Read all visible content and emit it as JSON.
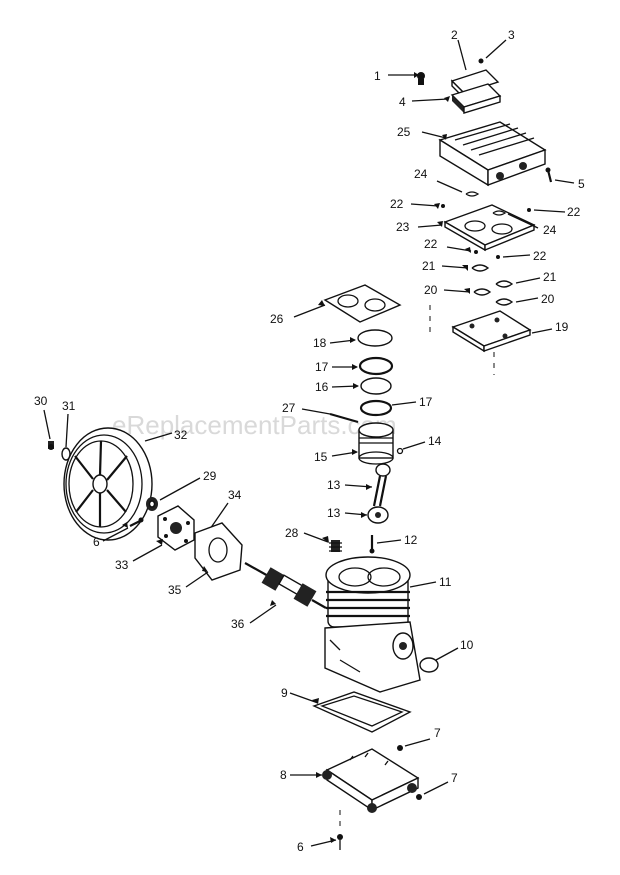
{
  "watermark": "eReplacementParts.com",
  "labels": [
    {
      "id": "l1",
      "text": "1"
    },
    {
      "id": "l2",
      "text": "2"
    },
    {
      "id": "l3",
      "text": "3"
    },
    {
      "id": "l4",
      "text": "4"
    },
    {
      "id": "l25",
      "text": "25"
    },
    {
      "id": "l5",
      "text": "5"
    },
    {
      "id": "l24a",
      "text": "24"
    },
    {
      "id": "l22a",
      "text": "22"
    },
    {
      "id": "l22b",
      "text": "22"
    },
    {
      "id": "l23",
      "text": "23"
    },
    {
      "id": "l24b",
      "text": "24"
    },
    {
      "id": "l22c",
      "text": "22"
    },
    {
      "id": "l22d",
      "text": "22"
    },
    {
      "id": "l21a",
      "text": "21"
    },
    {
      "id": "l21b",
      "text": "21"
    },
    {
      "id": "l20a",
      "text": "20"
    },
    {
      "id": "l20b",
      "text": "20"
    },
    {
      "id": "l19",
      "text": "19"
    },
    {
      "id": "l26",
      "text": "26"
    },
    {
      "id": "l18",
      "text": "18"
    },
    {
      "id": "l17a",
      "text": "17"
    },
    {
      "id": "l16",
      "text": "16"
    },
    {
      "id": "l17b",
      "text": "17"
    },
    {
      "id": "l27",
      "text": "27"
    },
    {
      "id": "l14",
      "text": "14"
    },
    {
      "id": "l15",
      "text": "15"
    },
    {
      "id": "l13a",
      "text": "13"
    },
    {
      "id": "l13b",
      "text": "13"
    },
    {
      "id": "l12",
      "text": "12"
    },
    {
      "id": "l28",
      "text": "28"
    },
    {
      "id": "l11",
      "text": "11"
    },
    {
      "id": "l30",
      "text": "30"
    },
    {
      "id": "l31",
      "text": "31"
    },
    {
      "id": "l32",
      "text": "32"
    },
    {
      "id": "l29",
      "text": "29"
    },
    {
      "id": "l34",
      "text": "34"
    },
    {
      "id": "l6a",
      "text": "6"
    },
    {
      "id": "l33",
      "text": "33"
    },
    {
      "id": "l35",
      "text": "35"
    },
    {
      "id": "l36",
      "text": "36"
    },
    {
      "id": "l10",
      "text": "10"
    },
    {
      "id": "l9",
      "text": "9"
    },
    {
      "id": "l7a",
      "text": "7"
    },
    {
      "id": "l8",
      "text": "8"
    },
    {
      "id": "l7b",
      "text": "7"
    },
    {
      "id": "l6b",
      "text": "6"
    }
  ]
}
